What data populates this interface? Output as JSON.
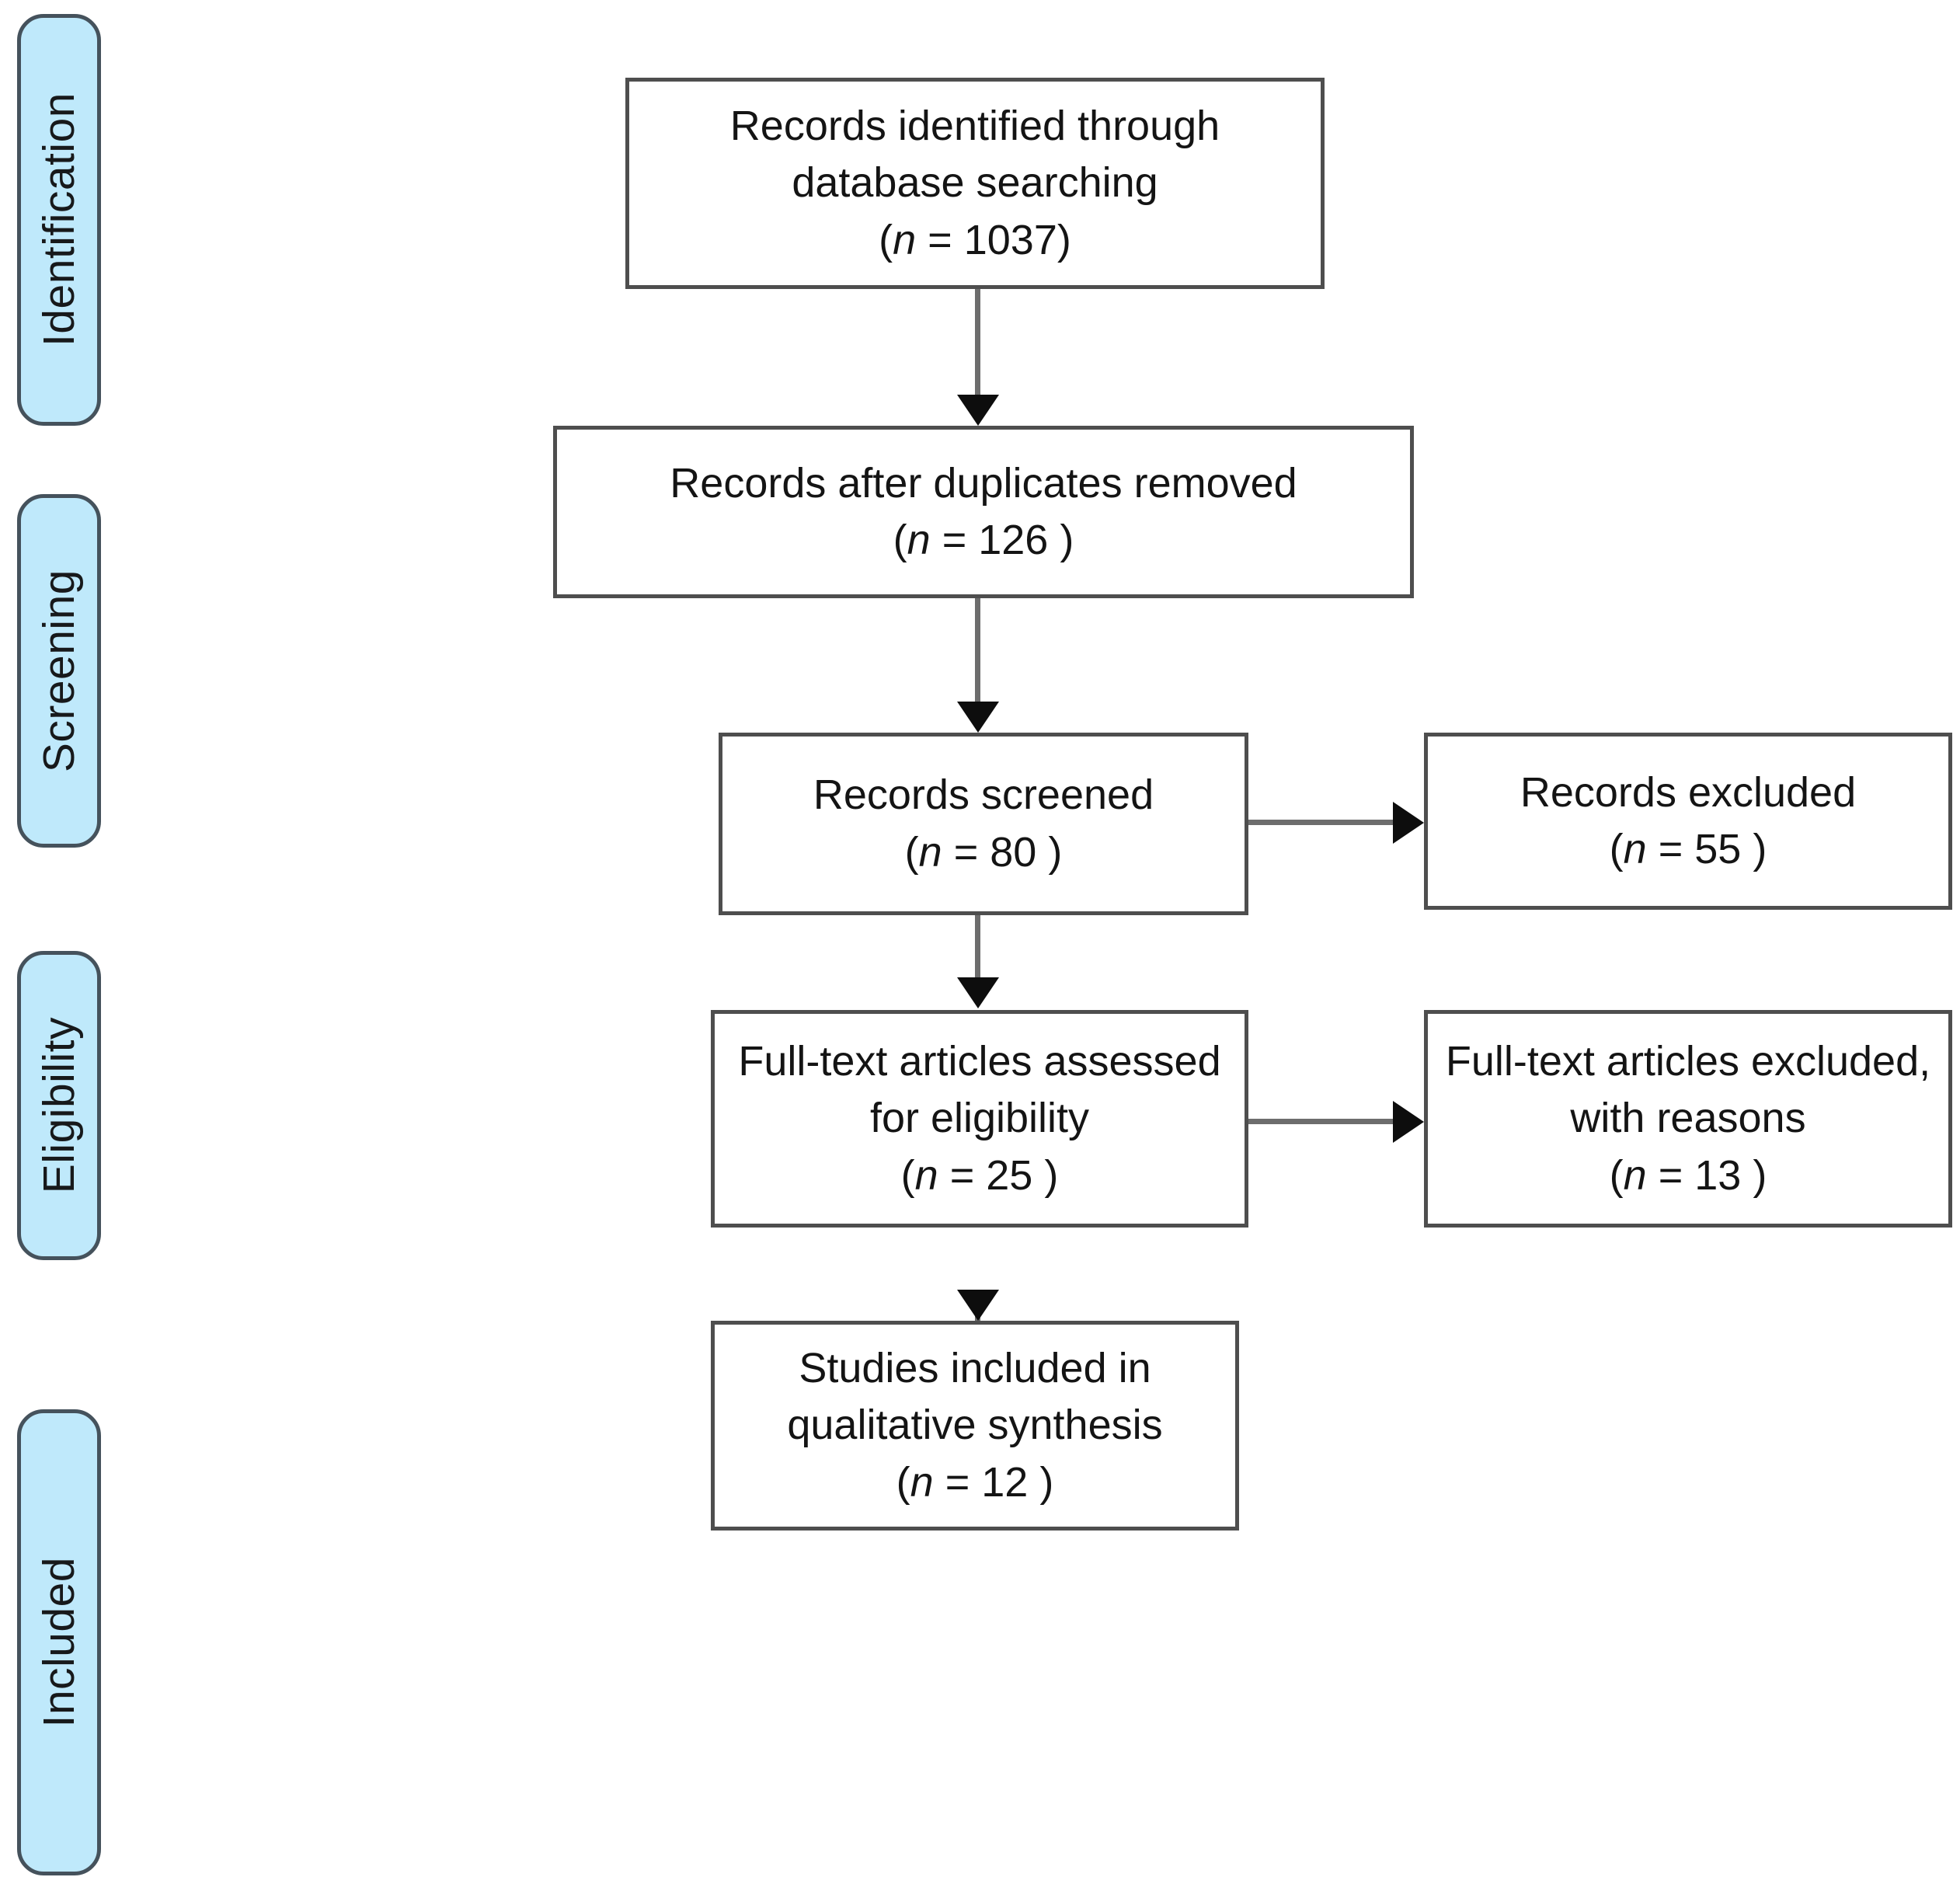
{
  "diagram": {
    "type": "prisma-flow-diagram",
    "colors": {
      "stage_fill": "#bfe9fb",
      "stage_border": "#45525c",
      "box_border": "#4e4e4e",
      "connector": "#6d6d6d",
      "arrowhead": "#0d0d0d",
      "background": "#ffffff",
      "text": "#141414"
    },
    "stages": [
      {
        "id": "identification",
        "label": "Identification"
      },
      {
        "id": "screening",
        "label": "Screening"
      },
      {
        "id": "eligibility",
        "label": "Eligibility"
      },
      {
        "id": "included",
        "label": "Included"
      }
    ],
    "boxes": [
      {
        "id": "records-identified",
        "stage": "identification",
        "lines": [
          "Records identified through",
          "database searching"
        ],
        "count_prefix": "(",
        "count_var": "n",
        "count_eq": " = ",
        "count_value": "1037",
        "count_suffix": ")"
      },
      {
        "id": "records-after-duplicates",
        "stage": "screening",
        "lines": [
          "Records after duplicates removed"
        ],
        "count_prefix": "(",
        "count_var": "n",
        "count_eq": " = ",
        "count_value": "126 ",
        "count_suffix": ")"
      },
      {
        "id": "records-screened",
        "stage": "screening",
        "lines": [
          "Records screened"
        ],
        "count_prefix": "(",
        "count_var": "n",
        "count_eq": " =  ",
        "count_value": "80 ",
        "count_suffix": ")"
      },
      {
        "id": "records-excluded",
        "stage": "screening",
        "lines": [
          "Records excluded"
        ],
        "count_prefix": "(",
        "count_var": "n",
        "count_eq": " = ",
        "count_value": "55 ",
        "count_suffix": ")"
      },
      {
        "id": "fulltext-assessed",
        "stage": "eligibility",
        "lines": [
          "Full-text articles assessed",
          "for eligibility"
        ],
        "count_prefix": "(",
        "count_var": "n",
        "count_eq": " =  ",
        "count_value": "25 ",
        "count_suffix": ")"
      },
      {
        "id": "fulltext-excluded",
        "stage": "eligibility",
        "lines": [
          "Full-text articles excluded,",
          "with reasons"
        ],
        "count_prefix": "(",
        "count_var": "n",
        "count_eq": " = ",
        "count_value": "13 ",
        "count_suffix": ")"
      },
      {
        "id": "studies-included",
        "stage": "included",
        "lines": [
          "Studies included in",
          "qualitative synthesis"
        ],
        "count_prefix": "(",
        "count_var": "n",
        "count_eq": " =  ",
        "count_value": "12 ",
        "count_suffix": ")"
      }
    ],
    "flow": [
      {
        "from": "records-identified",
        "to": "records-after-duplicates",
        "direction": "down"
      },
      {
        "from": "records-after-duplicates",
        "to": "records-screened",
        "direction": "down"
      },
      {
        "from": "records-screened",
        "to": "records-excluded",
        "direction": "right"
      },
      {
        "from": "records-screened",
        "to": "fulltext-assessed",
        "direction": "down"
      },
      {
        "from": "fulltext-assessed",
        "to": "fulltext-excluded",
        "direction": "right"
      },
      {
        "from": "fulltext-assessed",
        "to": "studies-included",
        "direction": "down"
      }
    ]
  }
}
